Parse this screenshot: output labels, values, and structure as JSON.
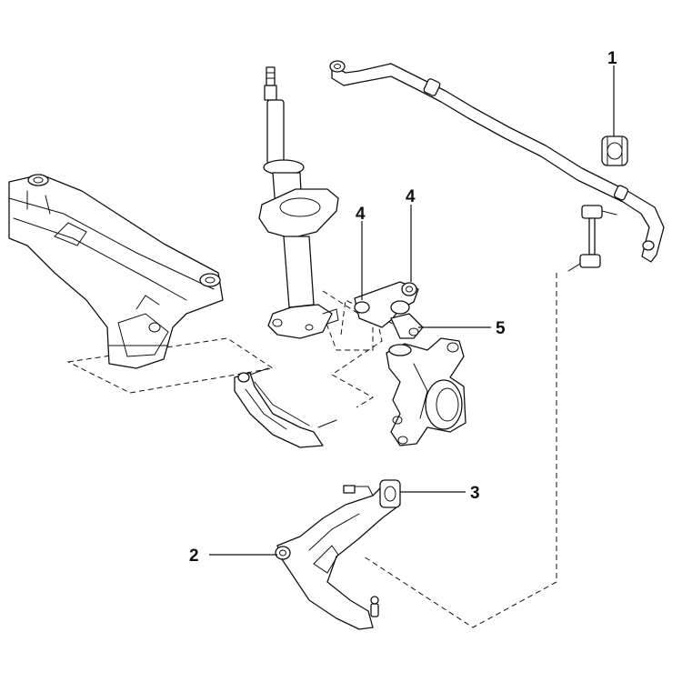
{
  "diagram": {
    "callouts": [
      {
        "id": "bushing",
        "label": "1"
      },
      {
        "id": "lower-arm",
        "label": "2"
      },
      {
        "id": "rear-bushing",
        "label": "3"
      },
      {
        "id": "upper-link-a",
        "label": "4"
      },
      {
        "id": "upper-link-b",
        "label": "4"
      },
      {
        "id": "strut-mount",
        "label": "5"
      }
    ]
  }
}
